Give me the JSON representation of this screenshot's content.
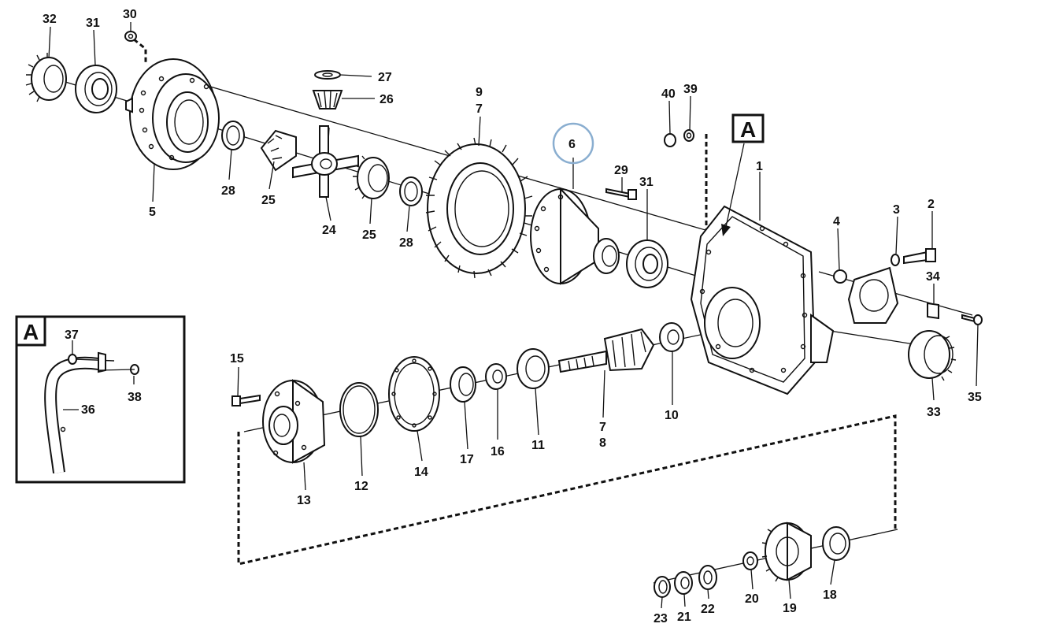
{
  "callouts": {
    "n1": "1",
    "n2": "2",
    "n3": "3",
    "n4": "4",
    "n5": "5",
    "n6": "6",
    "n7_top": "7",
    "n7_bottom": "7",
    "n8": "8",
    "n9": "9",
    "n10": "10",
    "n11": "11",
    "n12": "12",
    "n13": "13",
    "n14": "14",
    "n15": "15",
    "n16": "16",
    "n17": "17",
    "n18": "18",
    "n19": "19",
    "n20": "20",
    "n21": "21",
    "n22": "22",
    "n23": "23",
    "n24": "24",
    "n25_left": "25",
    "n25_right": "25",
    "n26": "26",
    "n27": "27",
    "n28_left": "28",
    "n28_right": "28",
    "n29": "29",
    "n30": "30",
    "n31_left": "31",
    "n31_right": "31",
    "n32": "32",
    "n33": "33",
    "n34": "34",
    "n35": "35",
    "n36": "36",
    "n37": "37",
    "n38": "38",
    "n39": "39",
    "n40": "40"
  },
  "detail": {
    "section_mark": "A",
    "inset_mark": "A"
  },
  "highlight": {
    "part": "6",
    "color": "#8aaed0"
  },
  "colors": {
    "line": "#111111",
    "background": "#ffffff"
  }
}
